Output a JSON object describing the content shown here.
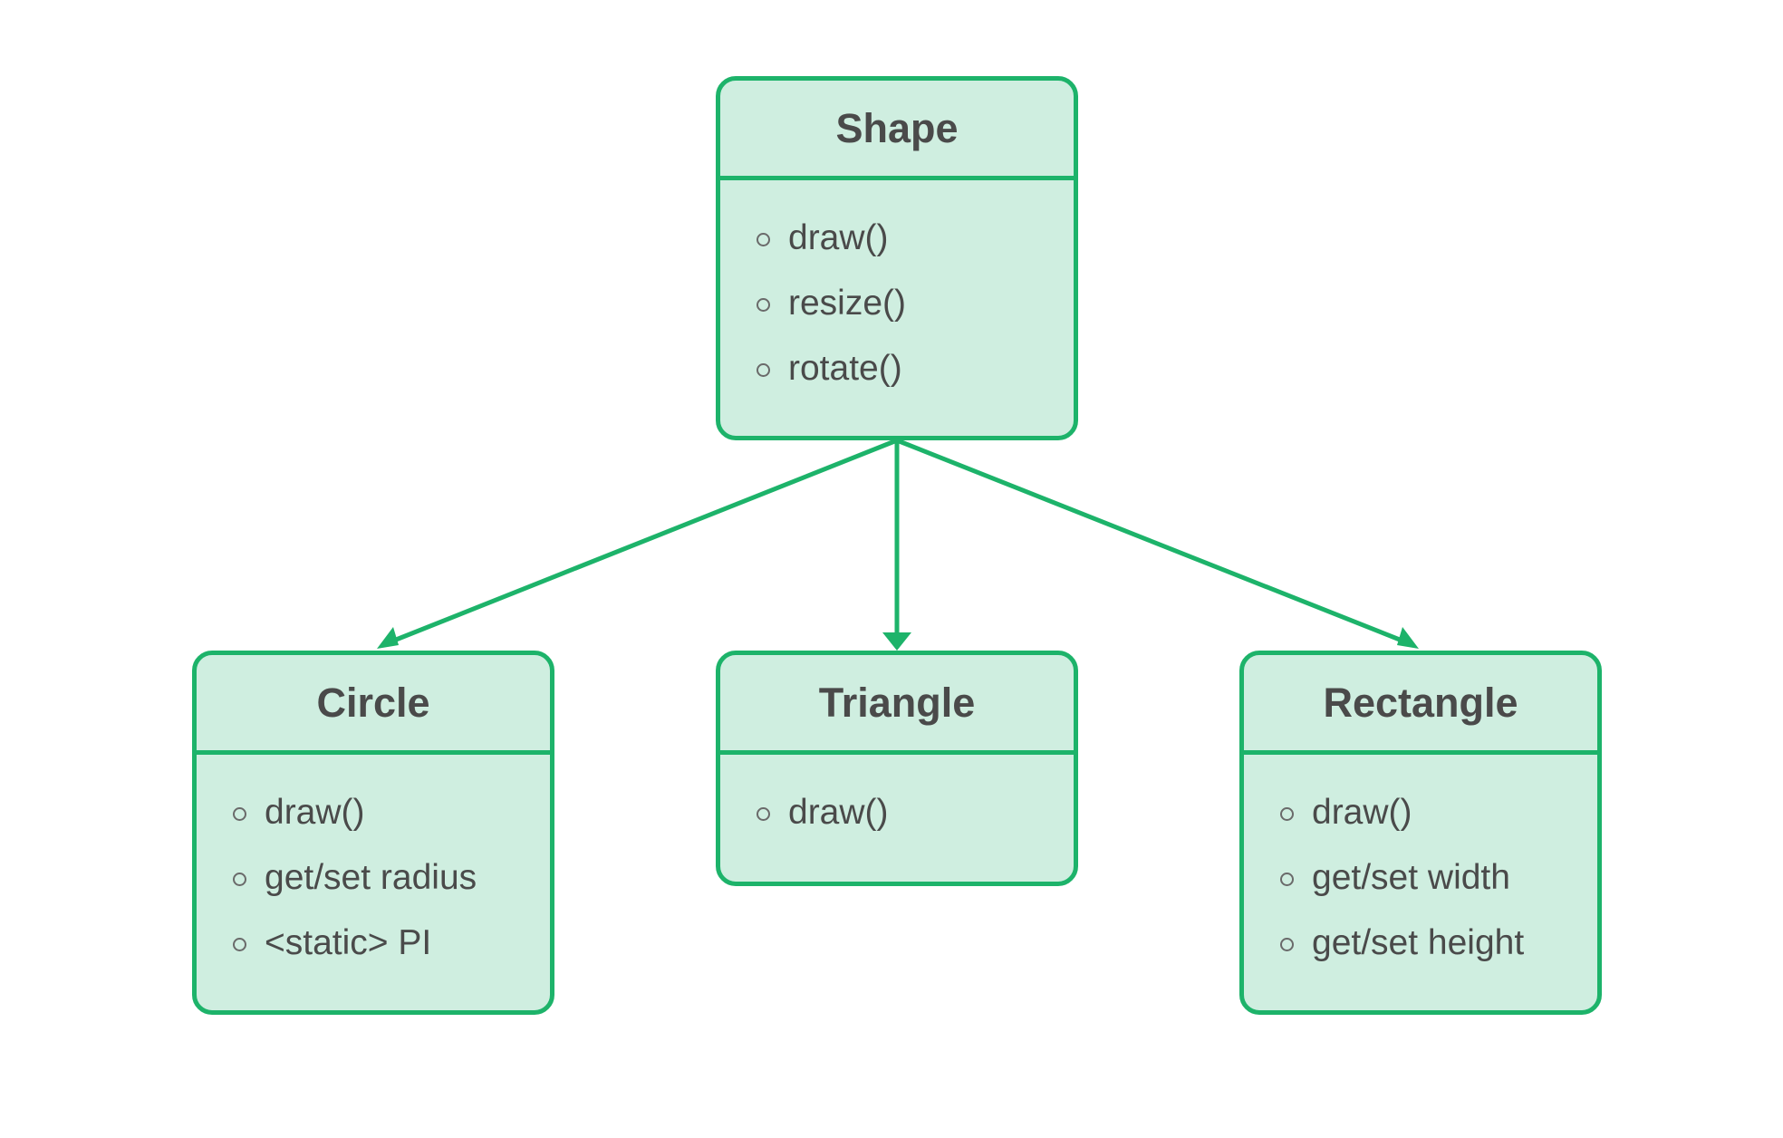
{
  "colors": {
    "accent": "#1db36a",
    "box_fill": "#cfeee0",
    "text": "#4a4a4a"
  },
  "classes": {
    "shape": {
      "name": "Shape",
      "members": [
        "draw()",
        "resize()",
        "rotate()"
      ]
    },
    "circle": {
      "name": "Circle",
      "members": [
        "draw()",
        "get/set radius",
        "<static> PI"
      ]
    },
    "triangle": {
      "name": "Triangle",
      "members": [
        "draw()"
      ]
    },
    "rectangle": {
      "name": "Rectangle",
      "members": [
        "draw()",
        "get/set width",
        "get/set height"
      ]
    }
  },
  "edges": [
    {
      "from": "shape",
      "to": "circle"
    },
    {
      "from": "shape",
      "to": "triangle"
    },
    {
      "from": "shape",
      "to": "rectangle"
    }
  ]
}
